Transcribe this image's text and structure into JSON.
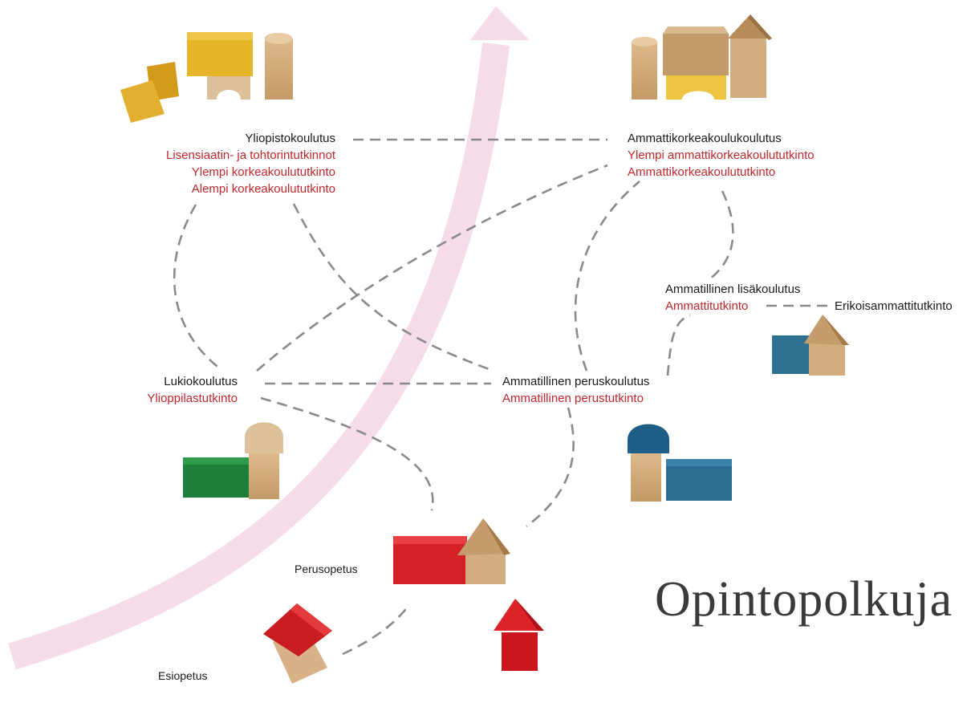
{
  "title": "Opintopolkuja",
  "colors": {
    "path_arrow": "#f6dce8",
    "degree_text": "#c0282d",
    "dashed_line": "#8a8a8a"
  },
  "nodes": {
    "yliopisto": {
      "name": "Yliopistokoulutus",
      "degrees": [
        "Lisensiaatin- ja tohtorintutkinnot",
        "Ylempi korkeakoulututkinto",
        "Alempi korkeakoulututkinto"
      ]
    },
    "amk": {
      "name": "Ammattikorkeakoulukoulutus",
      "degrees": [
        "Ylempi ammattikorkeakoulututkinto",
        "Ammattikorkeakoulututkinto"
      ]
    },
    "lisakoulutus": {
      "name": "Ammatillinen lisäkoulutus",
      "degrees": [
        "Ammattitutkinto",
        "Erikoisammattitutkinto"
      ]
    },
    "lukio": {
      "name": "Lukiokoulutus",
      "degrees": [
        "Ylioppilastutkinto"
      ]
    },
    "peruskoulutus": {
      "name": "Ammatillinen peruskoulutus",
      "degrees": [
        "Ammatillinen perustutkinto"
      ]
    },
    "perusopetus": {
      "name": "Perusopetus"
    },
    "esiopetus": {
      "name": "Esiopetus"
    }
  },
  "illustrations": [
    "wooden-blocks-yellow",
    "wooden-blocks-natural",
    "wooden-blocks-blue-small",
    "wooden-blocks-green",
    "wooden-blocks-blue",
    "wooden-blocks-red-house",
    "wooden-blocks-red-tilted",
    "wooden-blocks-red-small"
  ]
}
